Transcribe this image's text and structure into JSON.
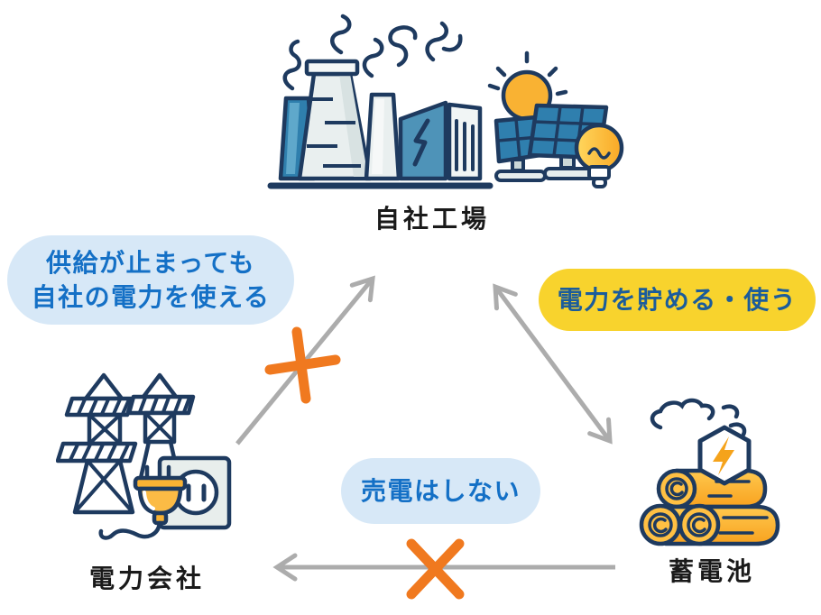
{
  "nodes": {
    "factory": {
      "label": "自社工場"
    },
    "power_company": {
      "label": "電力会社"
    },
    "battery": {
      "label": "蓄電池"
    }
  },
  "callouts": {
    "backup": {
      "line1": "供給が止まっても",
      "line2": "自社の電力を使える",
      "bg": "#D7E8F7",
      "text_color": "#1470C6"
    },
    "store_use": {
      "text": "電力を貯める・使う",
      "bg": "#F8D32D",
      "text_color": "#1B5C9B"
    },
    "no_sell": {
      "text": "売電はしない",
      "bg": "#D7E8F7",
      "text_color": "#1470C6"
    }
  },
  "edges": [
    {
      "from": "電力会社",
      "to": "自社工場",
      "type": "arrow",
      "blocked": true
    },
    {
      "from": "自社工場",
      "to": "蓄電池",
      "type": "double_arrow",
      "blocked": false
    },
    {
      "from": "蓄電池",
      "to": "電力会社",
      "type": "arrow",
      "blocked": true
    }
  ],
  "colors": {
    "arrow_gray": "#ACACAC",
    "cross_orange": "#F0791F",
    "outline_navy": "#1E3A5F",
    "icon_blue": "#2F7FAD",
    "icon_yellow": "#F9B233",
    "bubble_blue_bg": "#D7E8F7",
    "bubble_blue_text": "#1470C6",
    "bubble_yellow_bg": "#F8D32D",
    "bubble_yellow_text": "#1B5C9B"
  }
}
